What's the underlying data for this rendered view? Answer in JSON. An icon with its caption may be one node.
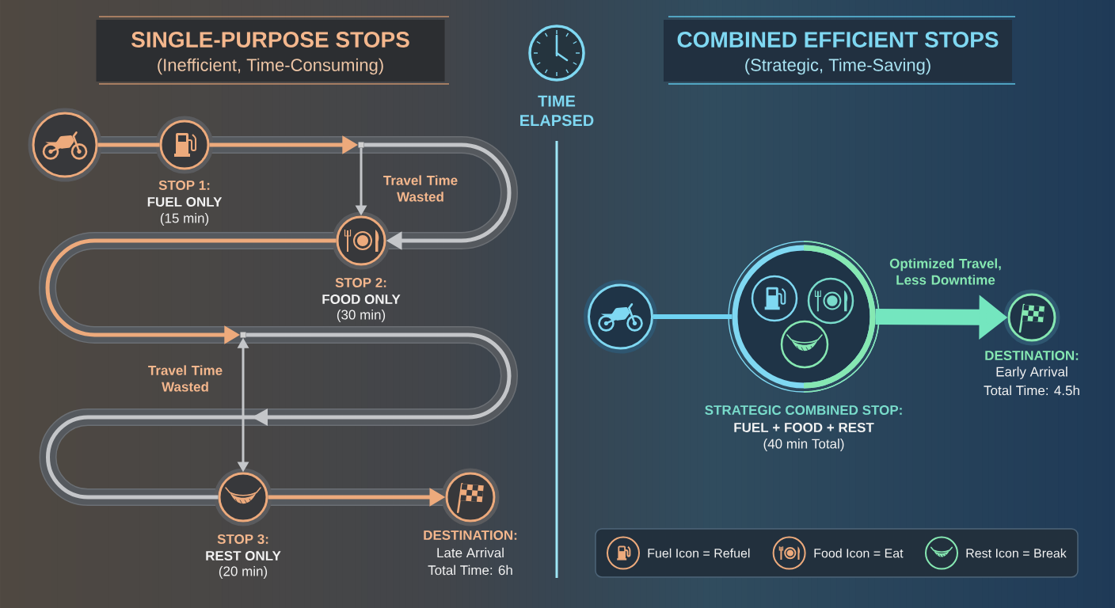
{
  "diagram": {
    "nodes": [
      {
        "text": [
          "SINGLE-PURPOSE STOPS",
          "(Inefficient, Time-Consuming)"
        ]
      },
      {
        "text": [
          "COMBINED EFFICIENT STOPS",
          "(Strategic, Time-Saving)"
        ]
      },
      {
        "text": [],
        "shape": "circle"
      },
      {
        "text": [],
        "shape": "circle",
        "beside": [
          "STOP 1:",
          "FUEL ONLY",
          "(15 min)"
        ]
      },
      {
        "text": [],
        "shape": "box"
      },
      {
        "text": [],
        "shape": "circle",
        "beside": [
          "STOP 2:",
          "FOOD ONLY",
          "(30 min)"
        ]
      },
      {
        "text": [],
        "shape": "box"
      },
      {
        "text": [],
        "shape": "circle",
        "beside": [
          "STOP 3:",
          "REST ONLY",
          "(20 min)"
        ]
      },
      {
        "text": [],
        "shape": "circle",
        "beside": [
          "DESTINATION:",
          "Late Arrival",
          "Total Time: 6h"
        ]
      },
      {
        "text": [],
        "shape": "circle"
      },
      {
        "text": [],
        "shape": "circle",
        "beside": [
          "STRATEGIC COMBINED STOP:",
          "FUEL + FOOD + REST",
          "(40 min Total)"
        ]
      },
      {
        "text": [],
        "shape": "circle",
        "in": 10
      },
      {
        "text": [],
        "shape": "circle",
        "in": 10
      },
      {
        "text": [],
        "shape": "circle",
        "in": 10
      },
      {
        "text": [],
        "shape": "circle",
        "beside": [
          "DESTINATION:",
          "Early Arrival",
          "Total Time: 4.5h"
        ]
      }
    ],
    "edges": [
      {
        "from": 2,
        "to": 3,
        "arrow": "none"
      },
      {
        "from": 3,
        "to": 4,
        "arrow": "to"
      },
      {
        "from": 4,
        "to": 5,
        "arrow": "to",
        "color": "#c4c6c9"
      },
      {
        "from": 4,
        "to": 5,
        "arrow": "to",
        "label": "Travel Time Wasted",
        "color": "#c4c6c9"
      },
      {
        "from": 5,
        "to": 6,
        "arrow": "to"
      },
      {
        "from": 6,
        "to": 7,
        "arrow": "to",
        "color": "#c4c6c9"
      },
      {
        "from": 6,
        "to": 7,
        "arrow": "both",
        "label": "Travel Time Wasted",
        "color": "#c4c6c9"
      },
      {
        "from": 7,
        "to": 8,
        "arrow": "to"
      },
      {
        "from": 9,
        "to": 10,
        "arrow": "none",
        "color": "#6fd3f2"
      },
      {
        "from": 10,
        "to": 14,
        "arrow": "to",
        "style": "thick",
        "color": "#74e6bf",
        "label": "Optimized Travel, Less Downtime"
      }
    ],
    "labels": [
      "TIME ELAPSED"
    ],
    "legend": [
      {
        "text": "Fuel Icon = Refuel"
      },
      {
        "text": "Food Icon = Eat"
      },
      {
        "text": "Rest Icon = Break"
      }
    ]
  }
}
